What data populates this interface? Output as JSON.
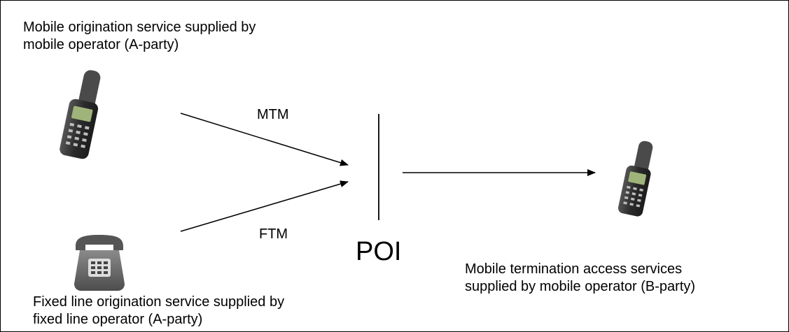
{
  "labels": {
    "mobile_origin": [
      "Mobile origination service supplied by",
      "mobile operator (A-party)"
    ],
    "fixed_origin": [
      "Fixed line origination service supplied by",
      "fixed line operator (A-party)"
    ],
    "mobile_termination": [
      "Mobile termination access services",
      "supplied by mobile operator (B-party)"
    ],
    "mtm": "MTM",
    "ftm": "FTM",
    "poi": "POI"
  },
  "icons": {
    "origin_phone": "mobile-phone-icon",
    "fixed_phone": "desk-telephone-icon",
    "termination_phone": "mobile-phone-icon"
  },
  "colors": {
    "phone_body": "#3a3a3a",
    "phone_screen": "#9fb47a",
    "desk_phone": "#6f6f6f"
  }
}
